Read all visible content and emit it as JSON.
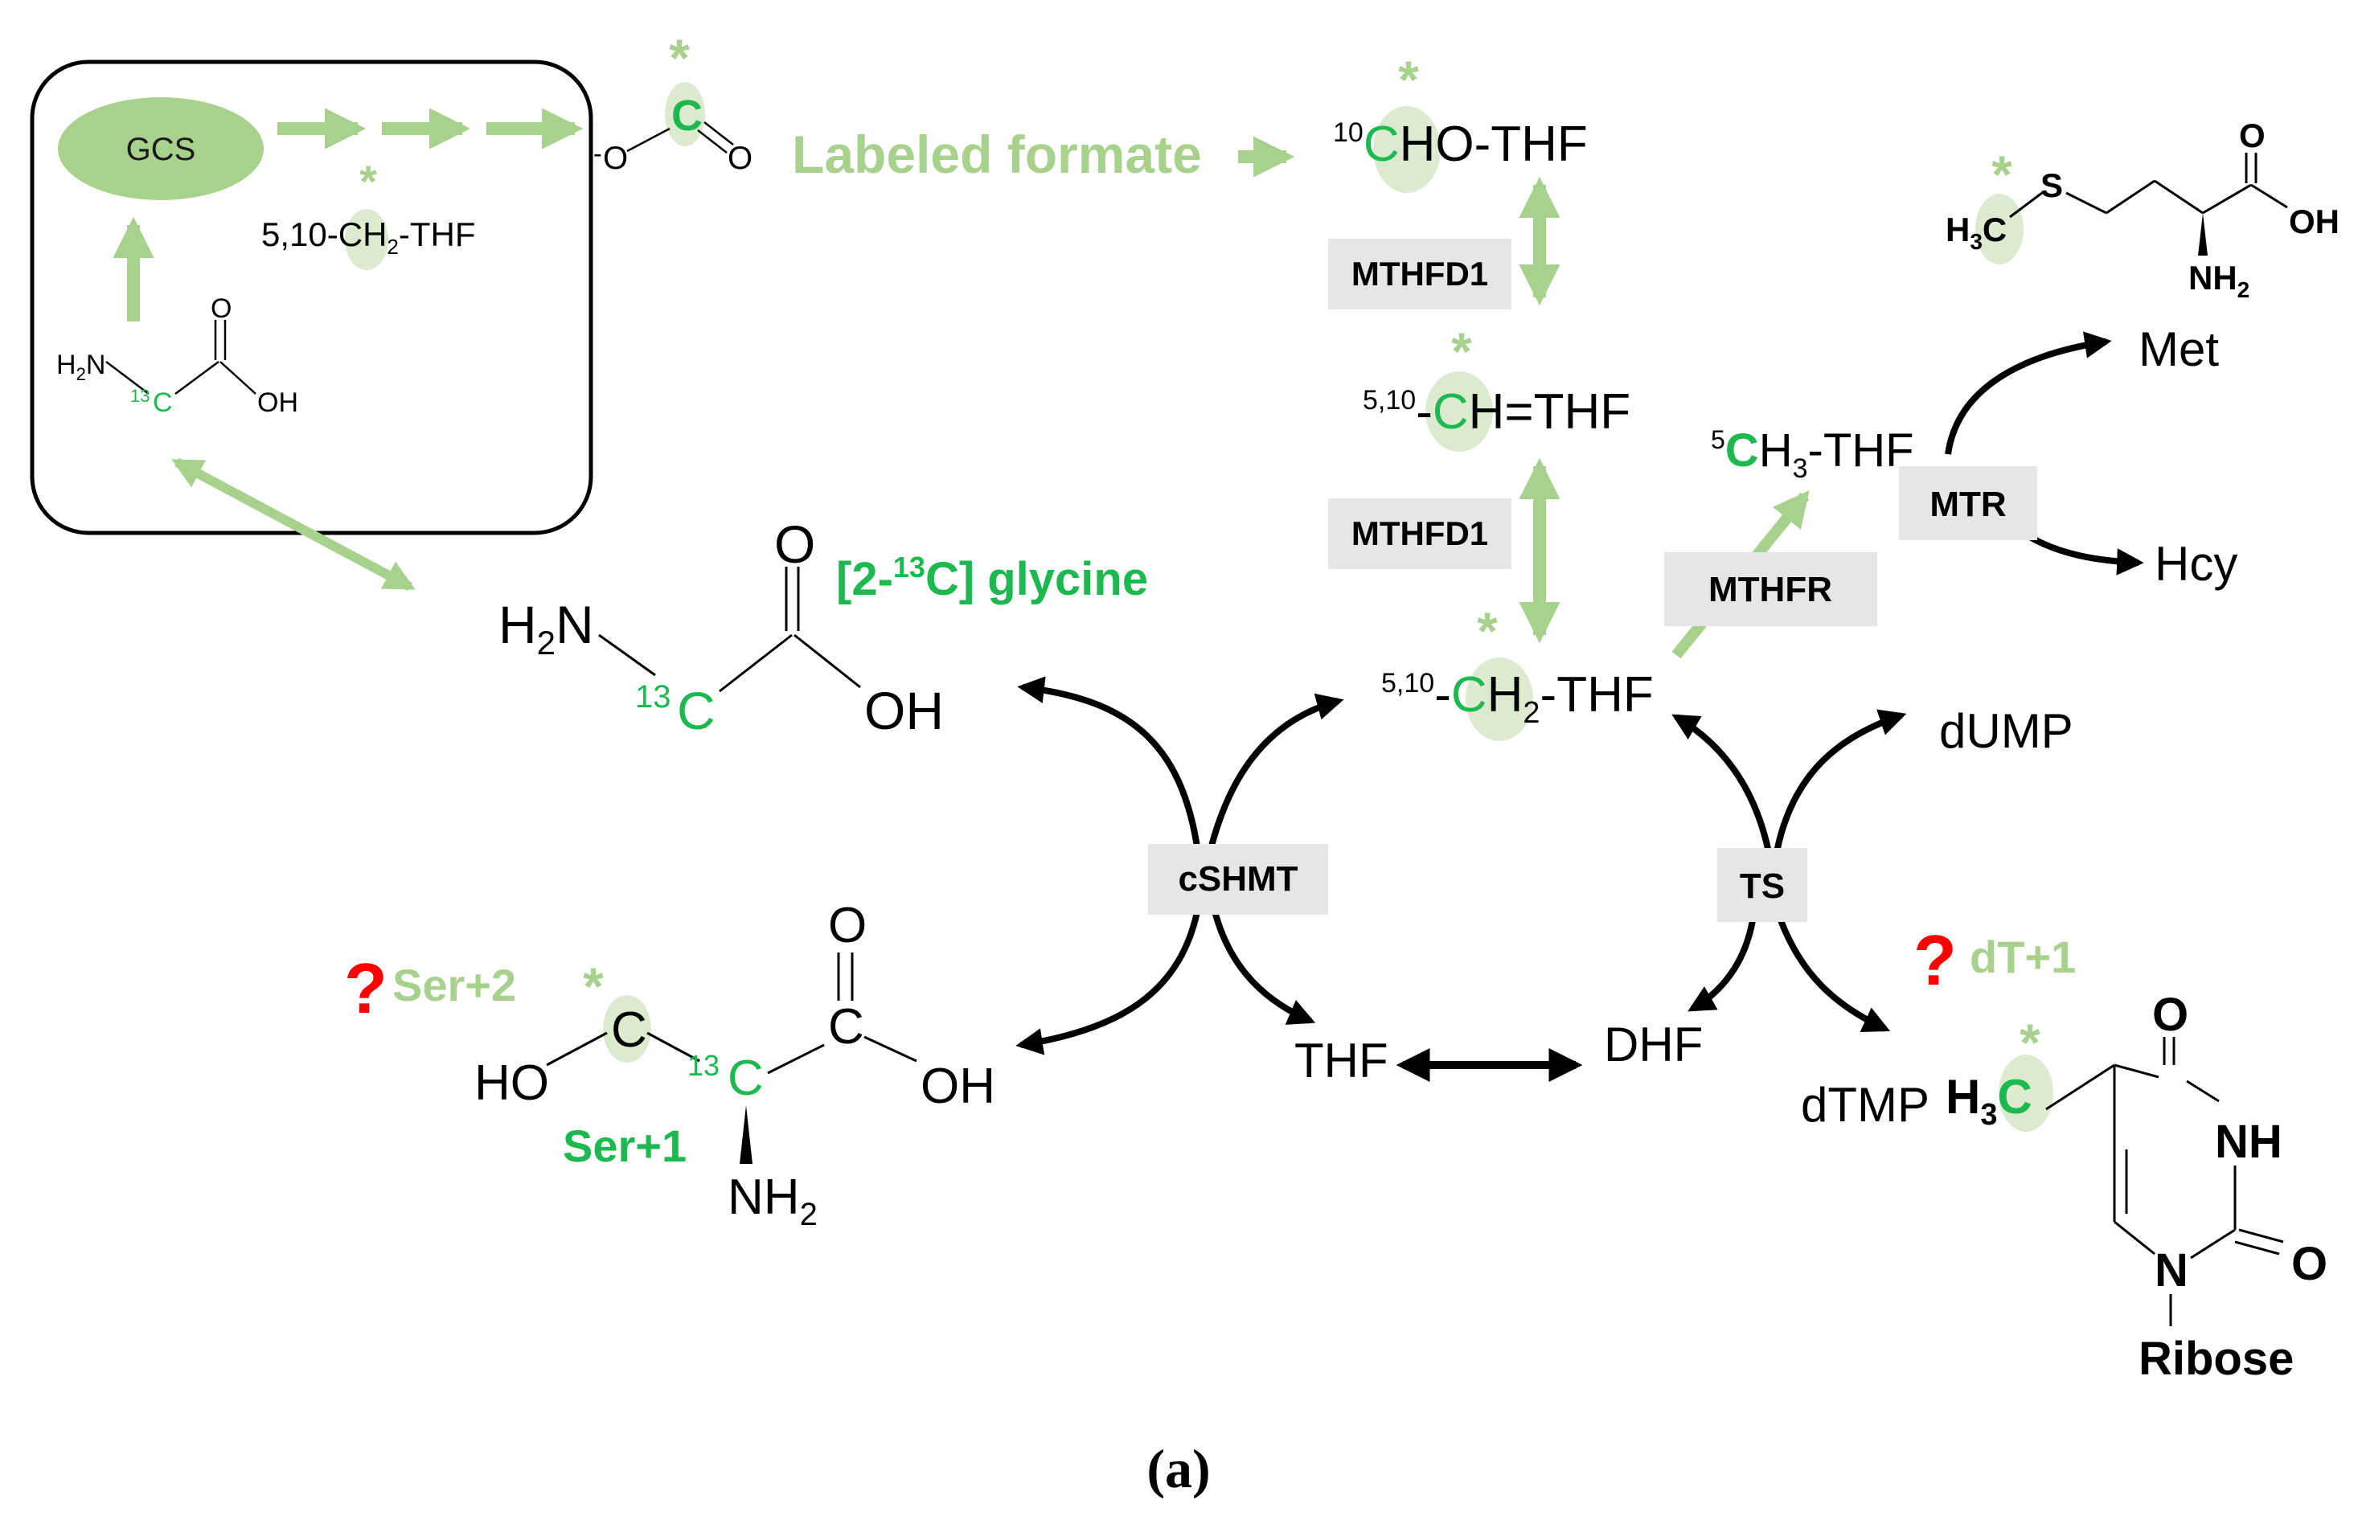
{
  "colors": {
    "light_green": "#a9d18e",
    "bright_green": "#1db84f",
    "highlight": "#dcebd0",
    "enzyme_box": "#e6e6e6",
    "black": "#000000",
    "question_red": "#ff0000"
  },
  "icons": {
    "label_star": "asterisk",
    "question": "question-mark"
  },
  "inset": {
    "gcs": "GCS",
    "methylene_prefix": "5,10-",
    "methylene_c": "C",
    "methylene_h2": "H",
    "methylene_sub": "2",
    "methylene_suffix": "-THF",
    "star": "*",
    "co2_o1": "O",
    "co2_minus": "-",
    "co2_c": "C",
    "co2_o2": "O",
    "gly_h2n": "H",
    "gly_h2n_sub": "2",
    "gly_h2n_n": "N",
    "gly_13": "13",
    "gly_c": "C",
    "gly_o": "O",
    "gly_oh": "OH"
  },
  "formate": {
    "label": "Labeled formate"
  },
  "folates": {
    "formyl_sup": "10",
    "formyl_c": "C",
    "formyl_rest": "HO-THF",
    "methenyl_sup": "5,10",
    "methenyl_dash": "-",
    "methenyl_c": "C",
    "methenyl_rest": "H=THF",
    "methylene_sup": "5,10",
    "methylene_dash": "-",
    "methylene_c": "C",
    "methylene_h": "H",
    "methylene_sub": "2",
    "methylene_rest": "-THF",
    "methyl_sup": "5",
    "methyl_c": "C",
    "methyl_h": "H",
    "methyl_sub": "3",
    "methyl_rest": "-THF",
    "star": "*"
  },
  "enzymes": {
    "mthfd1_top": "MTHFD1",
    "mthfd1_bottom": "MTHFD1",
    "mthfr": "MTHFR",
    "mtr": "MTR",
    "cshmt": "cSHMT",
    "ts": "TS"
  },
  "metabolites": {
    "met": "Met",
    "hcy": "Hcy",
    "dump": "dUMP",
    "dtmp": "dTMP",
    "thf": "THF",
    "dhf": "DHF"
  },
  "glycine": {
    "h2n_h": "H",
    "h2n_sub": "2",
    "h2n_n": "N",
    "c13_sup": "13",
    "c": "C",
    "o": "O",
    "oh": "OH",
    "label_prefix": "[2-",
    "label_sup": "13",
    "label_suffix": "C] glycine"
  },
  "methionine": {
    "h": "H",
    "sub3": "3",
    "c": "C",
    "s": "S",
    "o": "O",
    "oh": "OH",
    "nh": "NH",
    "nh_sub": "2",
    "star": "*"
  },
  "serine": {
    "question": "?",
    "ser2": "Ser+2",
    "ser1": "Ser+1",
    "star": "*",
    "ho": "HO",
    "c_top": "C",
    "c13_sup": "13",
    "c_alpha": "C",
    "c_carboxyl": "C",
    "o": "O",
    "oh": "OH",
    "nh": "NH",
    "nh_sub": "2"
  },
  "thymidine": {
    "question": "?",
    "dt1": "dT+1",
    "star": "*",
    "h": "H",
    "sub3": "3",
    "c": "C",
    "o_top": "O",
    "nh": "NH",
    "o_right": "O",
    "n": "N",
    "ribose": "Ribose"
  },
  "caption": "(a)"
}
